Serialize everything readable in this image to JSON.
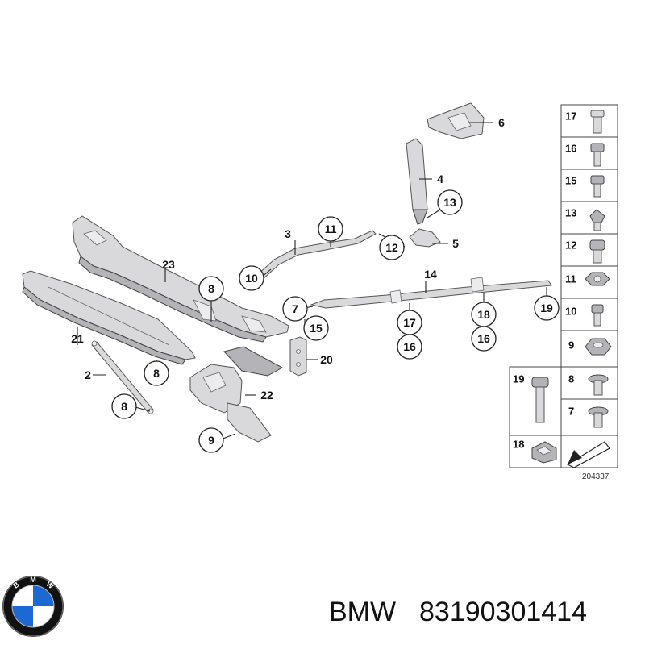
{
  "colors": {
    "part_fill": "#d9d9db",
    "part_dark": "#b4b4b8",
    "line": "#222222",
    "logo_blue": "#1c69d4",
    "logo_ring": "#111111"
  },
  "callouts": {
    "c2": "2",
    "c3": "3",
    "c4": "4",
    "c5": "5",
    "c6": "6",
    "c14": "14",
    "c20": "20",
    "c21": "21",
    "c22": "22",
    "c23": "23",
    "c7": "7",
    "c8a": "8",
    "c8b": "8",
    "c8c": "8",
    "c9": "9",
    "c10": "10",
    "c11": "11",
    "c12": "12",
    "c13": "13",
    "c15": "15",
    "c16a": "16",
    "c16b": "16",
    "c17": "17",
    "c18": "18",
    "c19": "19"
  },
  "fastener_table": {
    "right_column": [
      "17",
      "16",
      "15",
      "13",
      "12",
      "11",
      "10",
      "9",
      "8",
      "7"
    ],
    "left_column": [
      "19",
      "18"
    ]
  },
  "diagram_code": "204337",
  "brand": {
    "name": "BMW",
    "part_number": "83190301414",
    "logo_letters": [
      "B",
      "M",
      "W"
    ],
    "logo_icon": "bmw-roundel-icon"
  }
}
